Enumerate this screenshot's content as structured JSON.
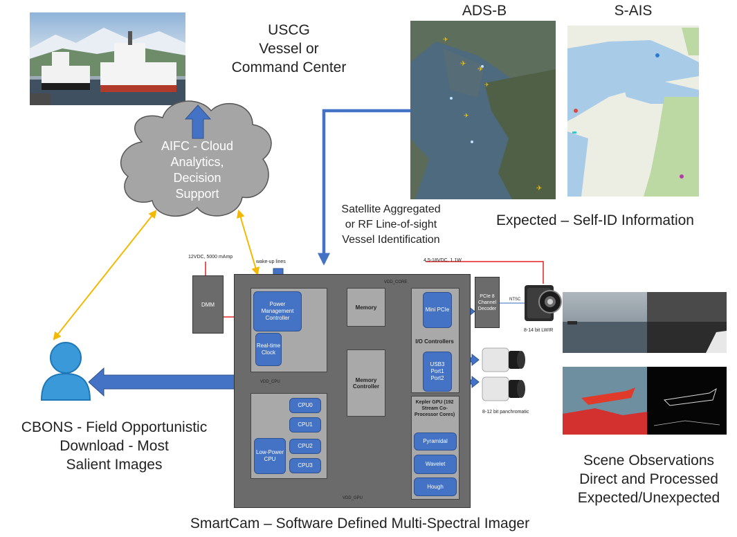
{
  "labels": {
    "uscg": [
      "USCG",
      "Vessel or",
      "Command Center"
    ],
    "adsb": "ADS-B",
    "sais": "S-AIS",
    "cloud": [
      "AIFC - Cloud",
      "Analytics,",
      "Decision",
      "Support"
    ],
    "satellite": [
      "Satellite Aggregated",
      "or RF Line-of-sight",
      "Vessel Identification"
    ],
    "expected": "Expected – Self-ID Information",
    "cbons": [
      "CBONS - Field Opportunistic",
      "Download - Most",
      "Salient Images"
    ],
    "scene": [
      "Scene Observations",
      "Direct and Processed",
      "Expected/Unexpected"
    ],
    "smartcam": "SmartCam – Software Defined Multi-Spectral Imager"
  },
  "hardware": {
    "power_12v": "12VDC, 5000 mAmp",
    "wakeup": "wake-up lines",
    "power_45v": "4.5-18VDC, 1.1W",
    "dmm": "DMM",
    "vdd_core": "VDD_CORE",
    "vdd_cpu": "VDD_CPU",
    "vdd_gpu": "VDD_GPU",
    "pmc": "Power Management Controller",
    "rtc": "Real-time Clock",
    "memory": "Memory",
    "memory_controller": "Memory Controller",
    "mini_pcie": "Mini PCIe",
    "io_controllers": "I/O Controllers",
    "usb3": "USB3 Port1 Port2",
    "pcie_decoder": "PCIe 8 Channel Decoder",
    "ntsc": "NTSC",
    "lwir": "8-14 bit LWIR",
    "panchromatic": "8-12 bit panchromatic",
    "kepler": "Kepler GPU (192 Stream Co-Processor Cores)",
    "pyramidal": "Pyramidal",
    "wavelet": "Wavelet",
    "hough": "Hough",
    "cpu0": "CPU0",
    "cpu1": "CPU1",
    "cpu2": "CPU2",
    "cpu3": "CPU3",
    "low_power_cpu": "Low-Power CPU"
  },
  "colors": {
    "blue_block": "#4472c4",
    "arrow_yellow": "#f5b800",
    "wire_red": "#e02020",
    "board_gray": "#6b6b6b",
    "sub_gray": "#a9a9a9"
  }
}
